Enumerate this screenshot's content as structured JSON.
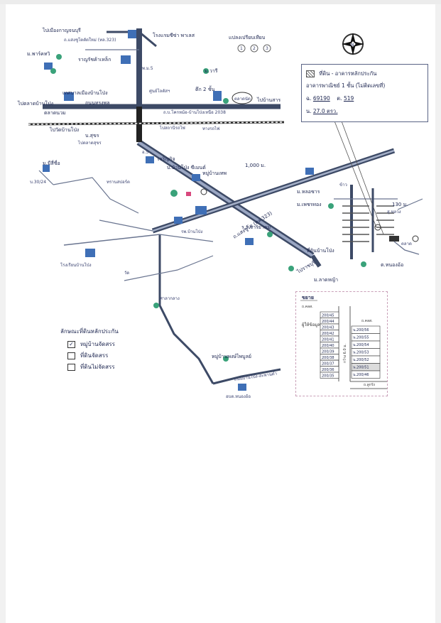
{
  "header": {
    "title": "แปลงเปรียบเทียบ",
    "markers": [
      "1",
      "2",
      "3"
    ],
    "north": "N"
  },
  "legend_box": {
    "item": "ที่ดิน - อาคารหลักประกัน",
    "building": "อาคารพาณิชย์ 1 ชั้น (ไม่ติดเลขที่)",
    "deed_prefix": "ฉ.",
    "deed_no": "69190",
    "parcel_prefix": "ต.",
    "parcel_no": "519",
    "area_prefix": "น.",
    "area": "27.0 ตรว."
  },
  "key": {
    "title": "ลักษณะที่ดินหลักประกัน",
    "items": [
      {
        "label": "หมู่บ้านจัดสรร",
        "checked": true
      },
      {
        "label": "ที่ดินจัดสรร",
        "checked": false
      },
      {
        "label": "ที่ดินไม่จัดสรร",
        "checked": false
      }
    ]
  },
  "labels": {
    "to_kamphaeng": "ไปเมืองกาญจนบุรี",
    "road_323": "ถ.แสงชูโตตัดใหม่ (ทล.323)",
    "hotel": "โรงแรมซีซ่า พาเลส",
    "market": "ราญรัชค้าเหล็ก",
    "makro": "ม.พาร์คทวิ",
    "dist": "พ.ม.5",
    "warehouse": "ม.วารี",
    "lotus": "ศูนย์โลตัสฯ",
    "two_floor": "ตึก 2 ชั้น",
    "fresh_market": "ตลาดนัด",
    "to_banpong": "ไปบ้านสาร",
    "rd_2038": "ถ.บ.โคกหม้อ-บ้านโป่งเหนือ 2038",
    "to_ban_pong_left": "ไปตลาดบ้านโป่ง",
    "town_hall": "เทศบาลเมืองบ้านโป่ง",
    "rd_songphon": "ถนนทรงพล",
    "market2": "ตลาดนวม",
    "rail": "ทางรถไฟ",
    "to_station": "ไปสถานีรถไฟ",
    "to_bp_station": "ไปวัดบ้านโป่ง",
    "sukon": "บ.สุขร",
    "kasikorn": "ไปตลาดสุขร",
    "u5": "อ.5",
    "jaroen": "เจริญกิจ",
    "banpong_cement": "บ.บ้านโป่ง ซีเมนต์",
    "village_right": "หมู่บ้านเทพ",
    "mmsri": "ม.มีสี่ชื่อ",
    "rd_30_24": "บ.30/24",
    "school": "โรงเรียนบ้านโป่ง",
    "dist_1000": "1,000 ม.",
    "dist_130": "130 ม.",
    "rd_main_diag": "ถ.แสงชูโต (ทล.323)",
    "to_ratchaburi": "ไปราชบุรี",
    "pt_hospital": "รพ.บ้านโป่ง",
    "pt_tinkwang": "ที่ดินบ้านโป่ง",
    "pt_wat": "วัด",
    "sala": "ศาลากลาง",
    "m_lom": "ม.หลอซาร",
    "m_phet": "ม.เพชรทอง",
    "nong_ya": "ต.หนองอ้อ",
    "village_phiphun": "หมู่บ้านพงษ์ไพบูลย์",
    "hua_hin": "อบต.หนองอ้อ",
    "rd_muangbanpong": "ถนนบ้านโป่ง-สะพานดำ",
    "jaroen_school": "ร.ร.จาริยาคม",
    "paddy": "ข้าว",
    "right_pair": "ตลาด",
    "rd_lot": "สุ.หลวง",
    "m_lat": "ม.ลาดหญ้า",
    "trans": "ทรานสปอร์ต"
  },
  "inset": {
    "title": "ขยาย",
    "left_road": "ถ.คลส.",
    "right_road": "ถ.คลส.",
    "side": "ผู้ให้ข้อมูล 1",
    "bottom": "ถ.ลูกรัง",
    "lots_left": [
      "200/45",
      "200/44",
      "200/43",
      "200/42",
      "200/41",
      "200/40",
      "200/39",
      "200/38",
      "200/37",
      "200/36",
      "200/35"
    ],
    "lots_right": [
      "น.200/56",
      "น.200/55",
      "น.200/54",
      "น.200/53",
      "น.200/52",
      "น.200/51",
      "น.200/46"
    ],
    "width_label": "กว้าง 6.0 ม."
  }
}
